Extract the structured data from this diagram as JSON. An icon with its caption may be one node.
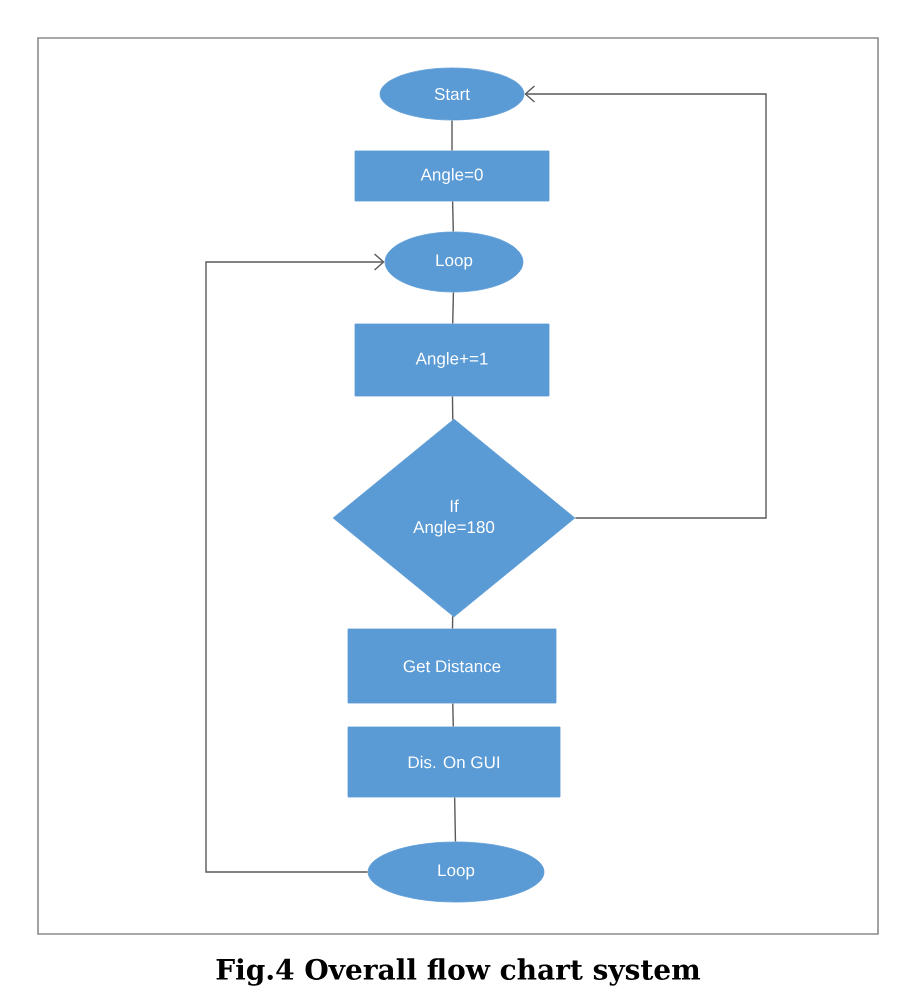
{
  "diagram": {
    "caption": "Fig.4 Overall flow chart system",
    "nodes": [
      {
        "text": [
          "Start"
        ]
      },
      {
        "text": [
          "Angle=0"
        ]
      },
      {
        "text": [
          "Loop"
        ]
      },
      {
        "text": [
          "Angle+=1"
        ]
      },
      {
        "text": [
          "If Angle=180"
        ]
      },
      {
        "text": [
          "Get Distance"
        ]
      },
      {
        "text": [
          "Dis. On GUI"
        ]
      },
      {
        "text": [
          "Loop"
        ]
      }
    ],
    "edges": [
      {
        "from": 0,
        "to": 1,
        "arrow": "none"
      },
      {
        "from": 1,
        "to": 2,
        "arrow": "none"
      },
      {
        "from": 2,
        "to": 3,
        "arrow": "none"
      },
      {
        "from": 3,
        "to": 4,
        "arrow": "none"
      },
      {
        "from": 4,
        "to": 5,
        "arrow": "none"
      },
      {
        "from": 5,
        "to": 6,
        "arrow": "none"
      },
      {
        "from": 6,
        "to": 7,
        "arrow": "none"
      },
      {
        "from": 7,
        "to": 2,
        "arrow": "to"
      },
      {
        "from": 4,
        "to": 0,
        "arrow": "to"
      }
    ]
  }
}
